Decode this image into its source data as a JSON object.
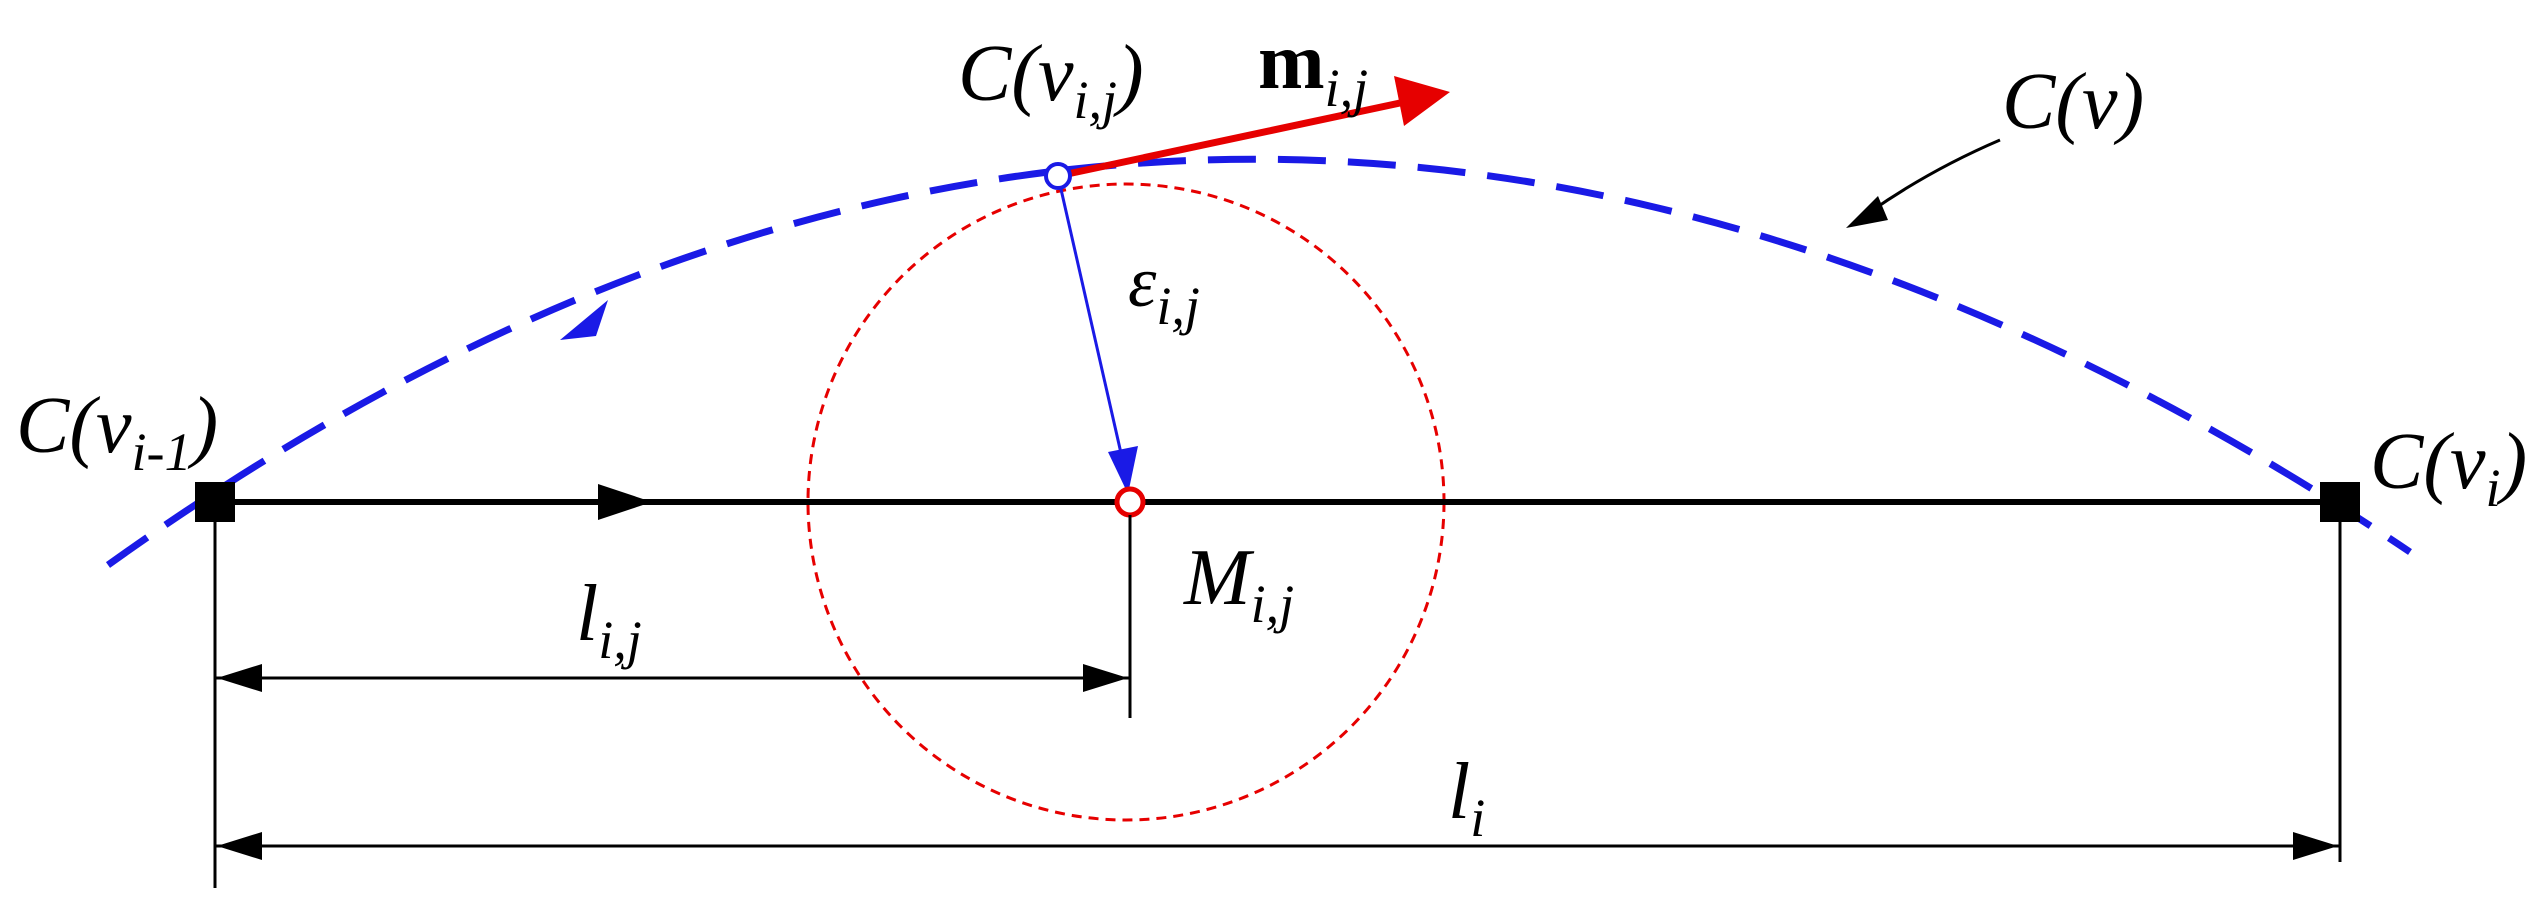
{
  "colors": {
    "curve": "#1a1ae6",
    "chord": "#000000",
    "tangent": "#e60000",
    "circle": "#e60000",
    "error_vector": "#1a1ae6",
    "dimension": "#000000"
  },
  "labels": {
    "start_point": {
      "base": "C(v",
      "sub": "i-1",
      "close": ")"
    },
    "end_point": {
      "base": "C(v",
      "sub": "i",
      "close": ")"
    },
    "curve_point": {
      "base": "C(v",
      "sub": "i,j",
      "close": ")"
    },
    "curve": {
      "base": "C(v)"
    },
    "tangent": {
      "base": "m",
      "sub": "i,j"
    },
    "error": {
      "base": "ε",
      "sub": "i,j"
    },
    "projection": {
      "base": "M",
      "sub": "i,j"
    },
    "partial_length": {
      "base": "l",
      "sub": "i,j"
    },
    "total_length": {
      "base": "l",
      "sub": "i"
    }
  }
}
